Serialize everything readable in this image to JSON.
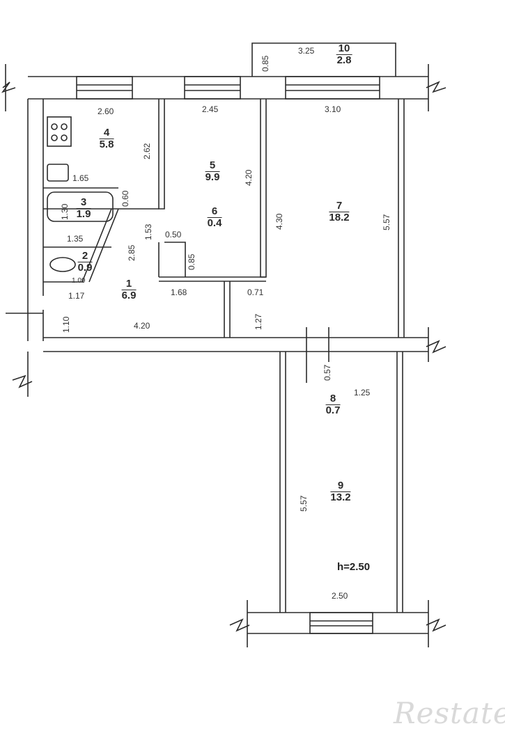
{
  "rooms": [
    {
      "id": "1",
      "num": "1",
      "area": "6.9"
    },
    {
      "id": "2",
      "num": "2",
      "area": "0.9"
    },
    {
      "id": "3",
      "num": "3",
      "area": "1.9"
    },
    {
      "id": "4",
      "num": "4",
      "area": "5.8"
    },
    {
      "id": "5",
      "num": "5",
      "area": "9.9"
    },
    {
      "id": "6",
      "num": "6",
      "area": "0.4"
    },
    {
      "id": "7",
      "num": "7",
      "area": "18.2"
    },
    {
      "id": "8",
      "num": "8",
      "area": "0.7"
    },
    {
      "id": "9",
      "num": "9",
      "area": "13.2"
    },
    {
      "id": "10",
      "num": "10",
      "area": "2.8"
    }
  ],
  "dimensions": [
    "0.85",
    "3.25",
    "2.60",
    "2.45",
    "3.10",
    "2.62",
    "4.20",
    "1.65",
    "0.60",
    "1.30",
    "4.30",
    "5.57",
    "1.53",
    "0.50",
    "1.35",
    "2.85",
    "0.85",
    "1.09",
    "1.17",
    "1.68",
    "0.71",
    "1.10",
    "4.20",
    "1.27",
    "0.57",
    "1.25",
    "5.57",
    "2.50"
  ],
  "ceiling_height": "h=2.50",
  "watermark": "Restate"
}
